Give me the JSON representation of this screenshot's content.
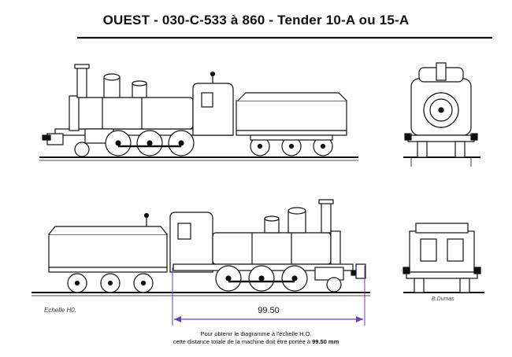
{
  "title": "OUEST - 030-C-533 à 860 - Tender 10-A ou 15-A",
  "dimension": {
    "value": "99.50",
    "color": "#6a3fb0"
  },
  "scale_label": "Echelle H0.",
  "signature": "B.Dumas",
  "note": {
    "line1": "Pour obtenir le diagramme à l'échelle H.O.",
    "line2_prefix": "cette distance totale de la machine doit être portée à ",
    "line2_value": "99.50 mm"
  }
}
